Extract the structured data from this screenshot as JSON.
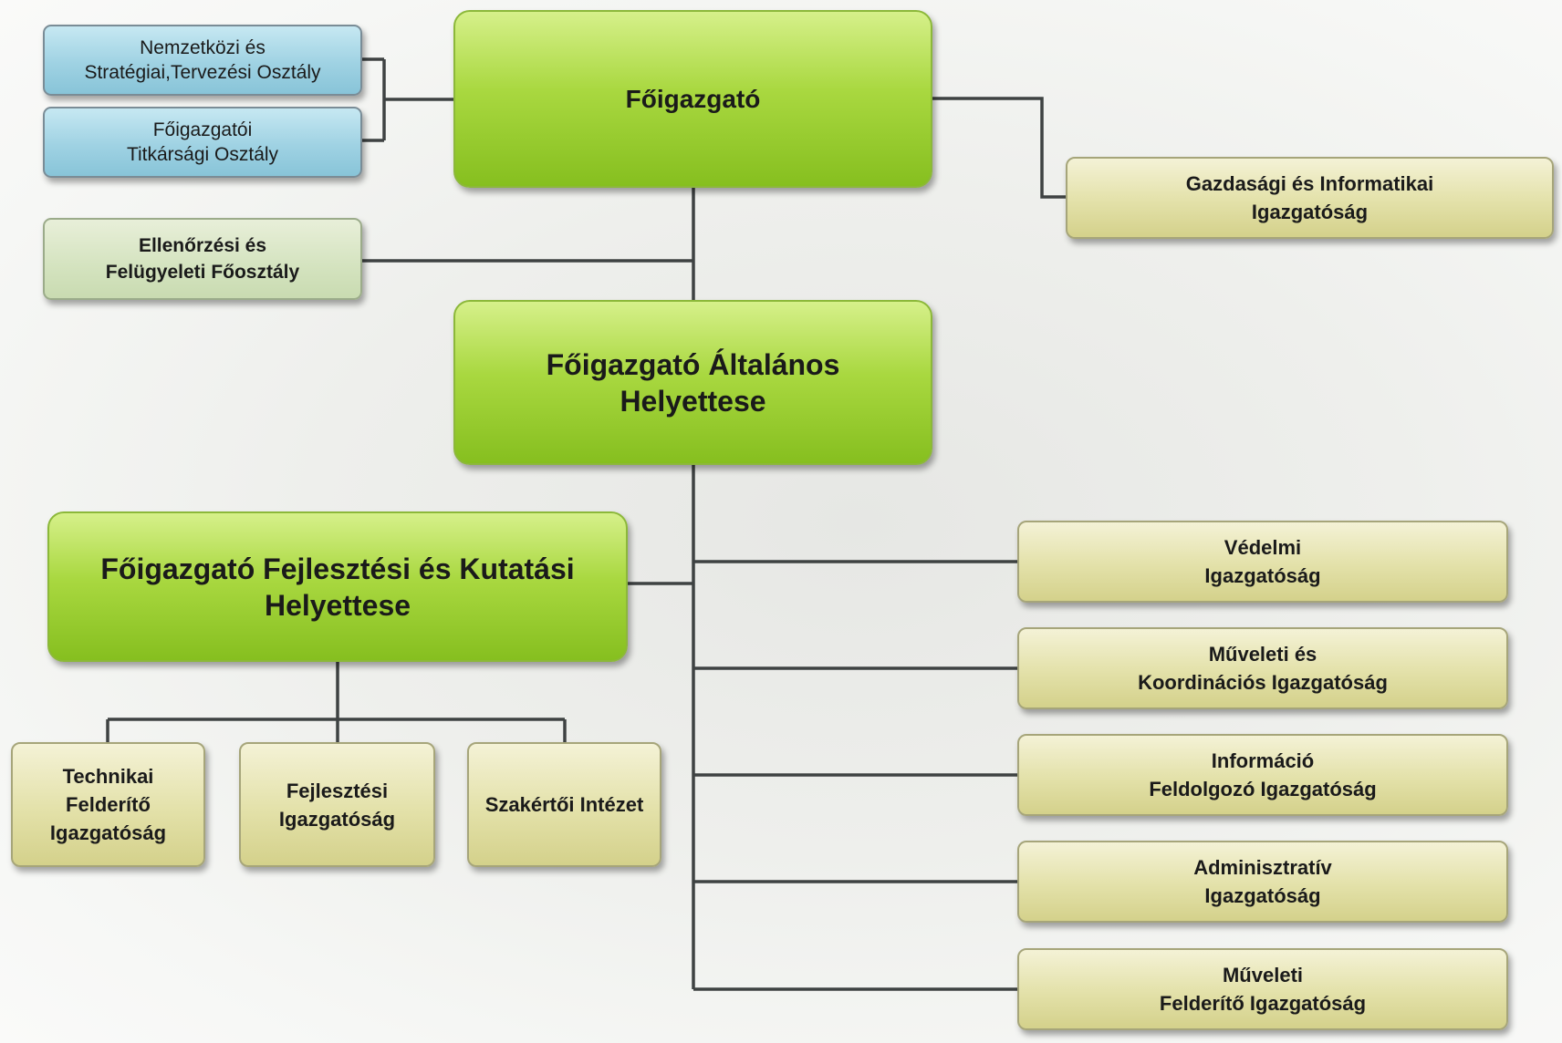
{
  "nodes": {
    "nemzetkozi": "Nemzetközi és\nStratégiai,Tervezési Osztály",
    "titkarsagi": "Főigazgatói\nTitkársági Osztály",
    "ellenorzesi": "Ellenőrzési és\nFelügyeleti Főosztály",
    "foigazgato": "Főigazgató",
    "gazdasagi": "Gazdasági és Informatikai\nIgazgatóság",
    "altalanos": "Főigazgató Általános\nHelyettese",
    "fejlesztesi_helyettes": "Főigazgató Fejlesztési és Kutatási\nHelyettese",
    "technikai": "Technikai\nFelderítő\nIgazgatóság",
    "fejlesztesi": "Fejlesztési\nIgazgatóság",
    "szakertoi": "Szakértői Intézet",
    "vedelmi": "Védelmi\nIgazgatóság",
    "muveleti_koord": "Műveleti és\nKoordinációs Igazgatóság",
    "informacio": "Információ\nFeldolgozó Igazgatóság",
    "adminisztrativ": "Adminisztratív\nIgazgatóság",
    "muveleti_felderito": "Műveleti\nFelderítő Igazgatóság"
  }
}
